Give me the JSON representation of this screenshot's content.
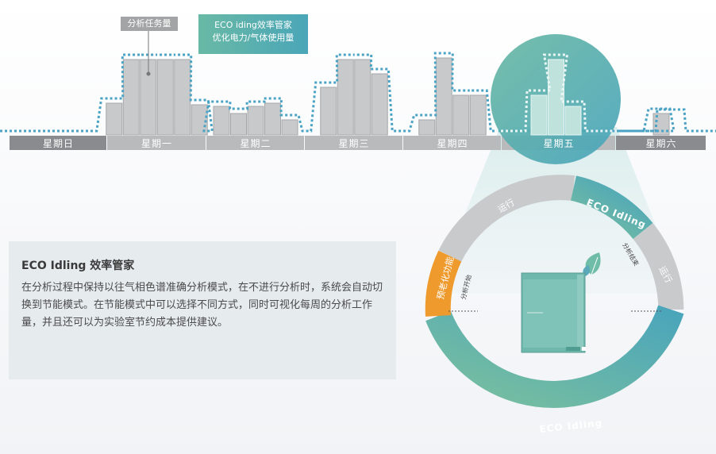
{
  "callouts": {
    "task_label": "分析任务量",
    "eco_label_line1": "ECO iding效率管家",
    "eco_label_line2": "优化电力/气体使用量"
  },
  "days": [
    "星期日",
    "星期一",
    "星期二",
    "星期三",
    "星期四",
    "星期五",
    "星期六"
  ],
  "chart_data": {
    "type": "bar",
    "categories": [
      "星期日",
      "星期一",
      "星期二",
      "星期三",
      "星期四",
      "星期五",
      "星期六"
    ],
    "bars_per_day": [
      [],
      [
        40,
        95,
        95,
        95,
        95,
        38
      ],
      [
        36,
        27,
        36,
        40,
        19
      ],
      [
        60,
        95,
        95,
        77
      ],
      [
        19,
        97,
        50,
        50
      ],
      [
        50,
        95,
        36
      ],
      [
        27
      ]
    ],
    "highlight_day": "星期五"
  },
  "info": {
    "title": "ECO Idling 效率管家",
    "body": "在分析过程中保持以往气相色谱准确分析模式，在不进行分析时，系统会自动切换到节能模式。在节能模式中可以选择不同方式，同时可视化每周的分析工作量，并且还可以为实验室节约成本提供建议。"
  },
  "cycle": {
    "run_top": "运行",
    "eco_top": "ECO Idling",
    "run_right": "运行",
    "warmup": "预老化功能",
    "eco_bottom": "ECO Idling",
    "analysis_start": "分析开始",
    "analysis_end": "分析结束"
  },
  "colors": {
    "bar": "#c8c9cb",
    "dotted_line": "#4aa3c4",
    "day_bar_dark": "#8a8b8e",
    "day_bar_light": "#b9babc",
    "teal_start": "#6ab9a3",
    "teal_end": "#4da6ba",
    "orange": "#ee9a2c",
    "gray_arc": "#c9cacc"
  }
}
